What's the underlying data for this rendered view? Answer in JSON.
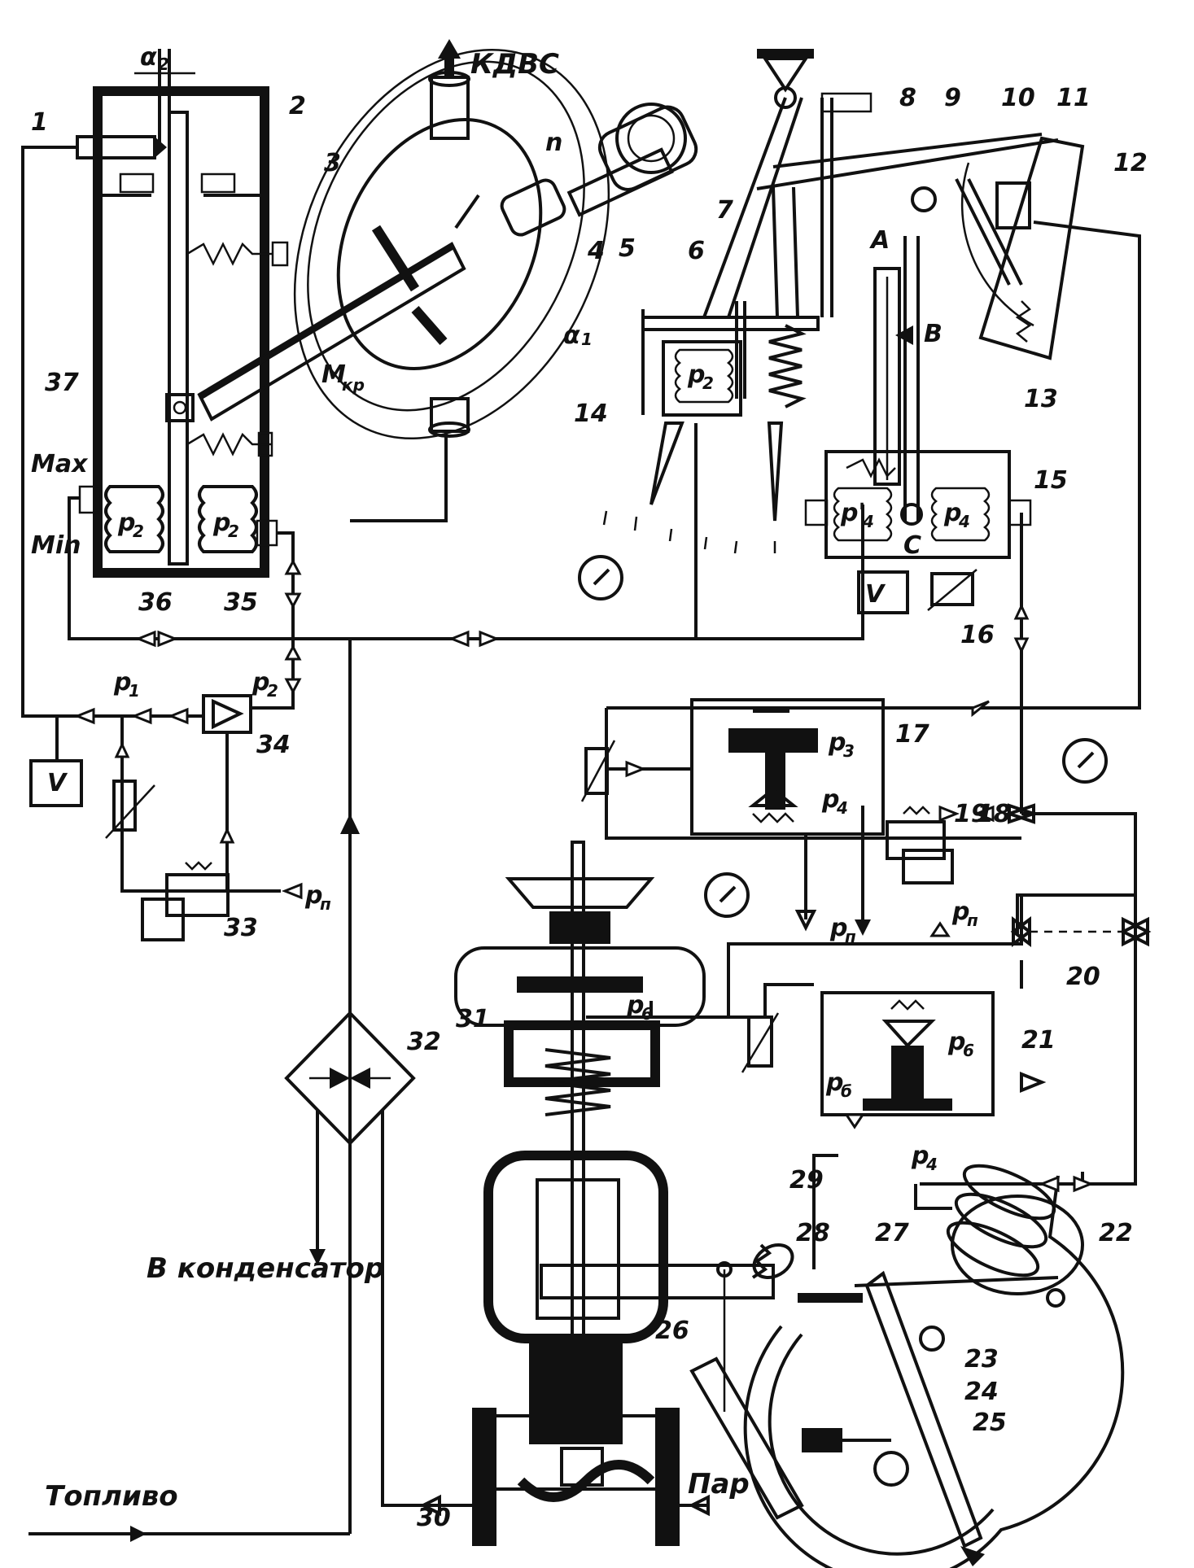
{
  "labels": {
    "kdvs": "КДВС",
    "alpha2": "α",
    "alpha2_sub": "2",
    "alpha1": "α",
    "alpha1_sub": "1",
    "mkr": "M",
    "mkr_sub": "кр",
    "n": "n",
    "max": "Max",
    "min": "Min",
    "p1": "p",
    "p1_sub": "1",
    "p2": "p",
    "p2_sub": "2",
    "p3": "p",
    "p3_sub": "3",
    "p4": "p",
    "p4_sub": "4",
    "p4prime": "p'",
    "p4prime_sub": "4",
    "p6": "p",
    "p6_sub": "6",
    "pn": "p",
    "pn_sub": "п",
    "pi": "p",
    "pi_sub": "б",
    "V": "V",
    "A": "A",
    "B": "B",
    "C": "C",
    "condenser": "В конденсатор",
    "fuel": "Топливо",
    "steam": "Пар"
  },
  "numbers": [
    "1",
    "2",
    "3",
    "4",
    "5",
    "6",
    "7",
    "8",
    "9",
    "10",
    "11",
    "12",
    "13",
    "14",
    "15",
    "16",
    "17",
    "18",
    "19",
    "20",
    "21",
    "22",
    "23",
    "24",
    "25",
    "26",
    "27",
    "28",
    "29",
    "30",
    "31",
    "32",
    "33",
    "34",
    "35",
    "36",
    "37"
  ]
}
